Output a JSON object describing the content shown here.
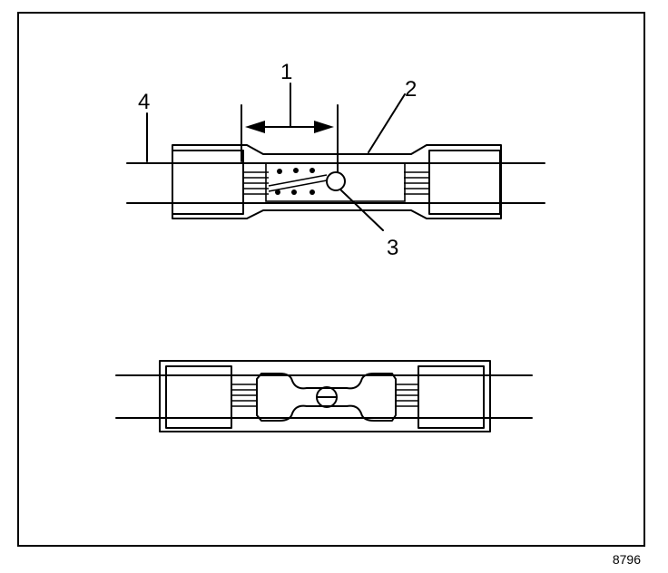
{
  "figure": {
    "code": "8796",
    "callouts": {
      "c1": "1",
      "c2": "2",
      "c3": "3",
      "c4": "4"
    }
  }
}
